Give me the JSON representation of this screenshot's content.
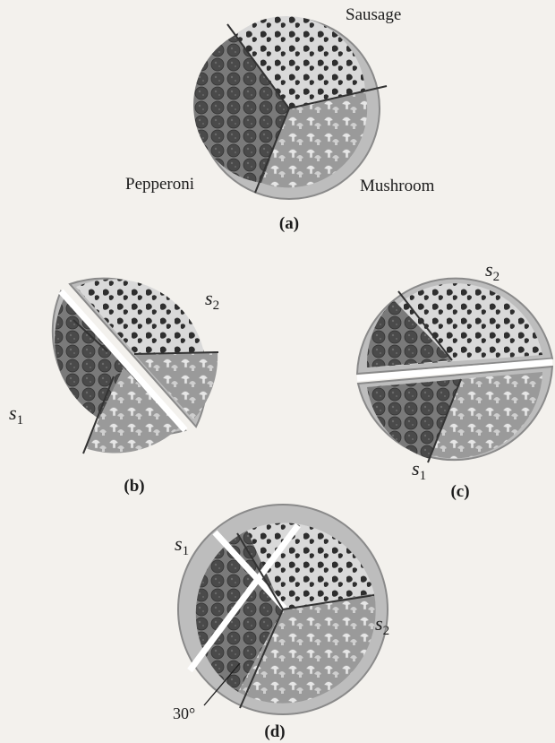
{
  "toppings": {
    "sausage": "Sausage",
    "pepperoni": "Pepperoni",
    "mushroom": "Mushroom"
  },
  "captions": {
    "a": "(a)",
    "b": "(b)",
    "c": "(c)",
    "d": "(d)"
  },
  "cut_labels": {
    "b": {
      "s1": "s",
      "s1_sub": "1",
      "s2": "s",
      "s2_sub": "2"
    },
    "c": {
      "s1": "s",
      "s1_sub": "1",
      "s2": "s",
      "s2_sub": "2"
    },
    "d": {
      "s1": "s",
      "s1_sub": "1",
      "s2": "s",
      "s2_sub": "2"
    }
  },
  "angle_label": "30°",
  "colors": {
    "crust": "#bdbdbd",
    "crust_edge": "#8a8a8a",
    "sauce": "#6d6d6d",
    "pepperoni": "#4a4a4a",
    "sausage": "#2e2e2e",
    "mushroom": "#d8d8d8",
    "background": "#f3f1ed",
    "ink": "#1c1c1c"
  }
}
